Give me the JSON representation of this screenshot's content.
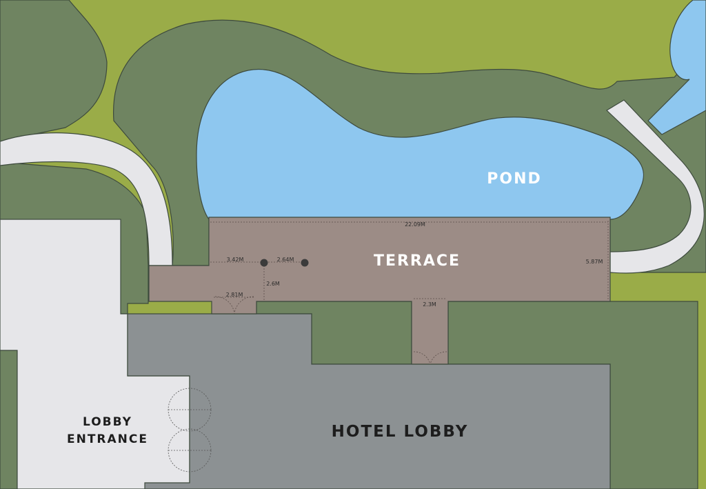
{
  "areas": {
    "pond": "POND",
    "terrace": "TERRACE",
    "hotel_lobby": "HOTEL LOBBY",
    "lobby_entrance_line1": "LOBBY",
    "lobby_entrance_line2": "ENTRANCE"
  },
  "dimensions": {
    "terrace_length": "22.09M",
    "terrace_depth": "5.87M",
    "pillar_offset": "3.42M",
    "pillar_spacing": "2.64M",
    "pillar_depth": "2.6M",
    "left_door_width": "2.81M",
    "corridor_width": "2.3M"
  },
  "colors": {
    "lawn": "#9aac48",
    "garden": "#6f8461",
    "pond": "#8ec7ef",
    "path": "#e6e6e9",
    "terrace": "#9c8c86",
    "hotel": "#8c9193",
    "entrance": "#e6e6e9",
    "outline": "#3d4a3d",
    "pillar": "#3b3b3b"
  }
}
